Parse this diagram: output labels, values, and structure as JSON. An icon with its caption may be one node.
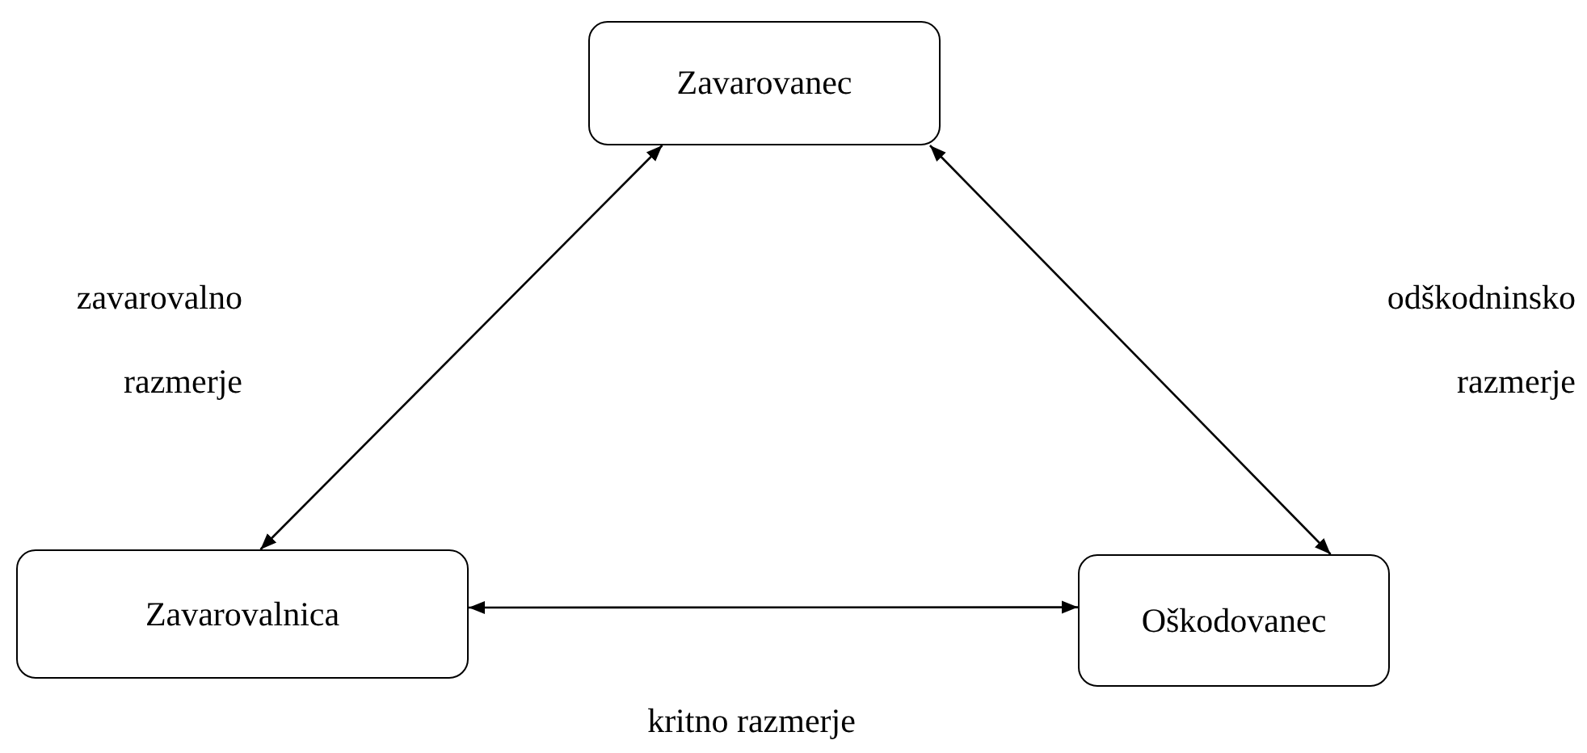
{
  "diagram": {
    "nodes": [
      {
        "text": [
          "Zavarovanec"
        ]
      },
      {
        "text": [
          "Zavarovalnica"
        ]
      },
      {
        "text": [
          "Oškodovanec"
        ]
      }
    ],
    "edges": [
      {
        "from": 1,
        "to": 0,
        "arrow": "both",
        "label": "zavarovalno razmerje"
      },
      {
        "from": 0,
        "to": 2,
        "arrow": "both",
        "label": "odškodninsko razmerje"
      },
      {
        "from": 1,
        "to": 2,
        "arrow": "both",
        "label": "kritno razmerje"
      }
    ]
  }
}
